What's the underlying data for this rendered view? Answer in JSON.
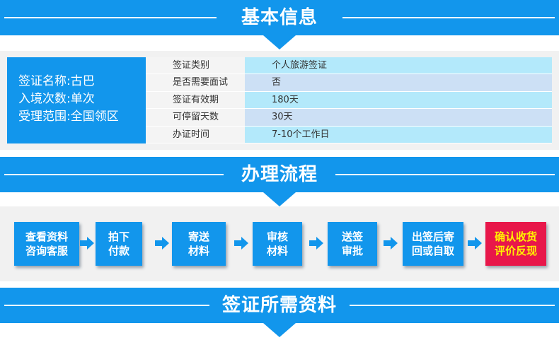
{
  "sections": {
    "basic_info": {
      "title": "基本信息"
    },
    "process": {
      "title": "办理流程"
    },
    "materials": {
      "title": "签证所需资料"
    }
  },
  "visa_summary": {
    "name": "签证名称:古巴",
    "entries": "入境次数:单次",
    "scope": "受理范围:全国领区"
  },
  "visa_details": [
    {
      "label": "签证类别",
      "value": "个人旅游签证"
    },
    {
      "label": "是否需要面试",
      "value": "否"
    },
    {
      "label": "签证有效期",
      "value": "180天"
    },
    {
      "label": "可停留天数",
      "value": "30天"
    },
    {
      "label": "办证时间",
      "value": "7-10个工作日"
    }
  ],
  "steps": [
    {
      "line1": "查看资料",
      "line2": "咨询客服"
    },
    {
      "line1": "拍下",
      "line2": "付款"
    },
    {
      "line1": "寄送",
      "line2": "材料"
    },
    {
      "line1": "审核",
      "line2": "材料"
    },
    {
      "line1": "送签",
      "line2": "审批"
    },
    {
      "line1": "出签后寄",
      "line2": "回或自取"
    },
    {
      "line1": "确认收货",
      "line2": "评价反现"
    }
  ],
  "colors": {
    "primary": "#1296ec",
    "highlight": "#e8174a",
    "highlight_text": "#fff200",
    "panel": "#f1f1f1"
  }
}
